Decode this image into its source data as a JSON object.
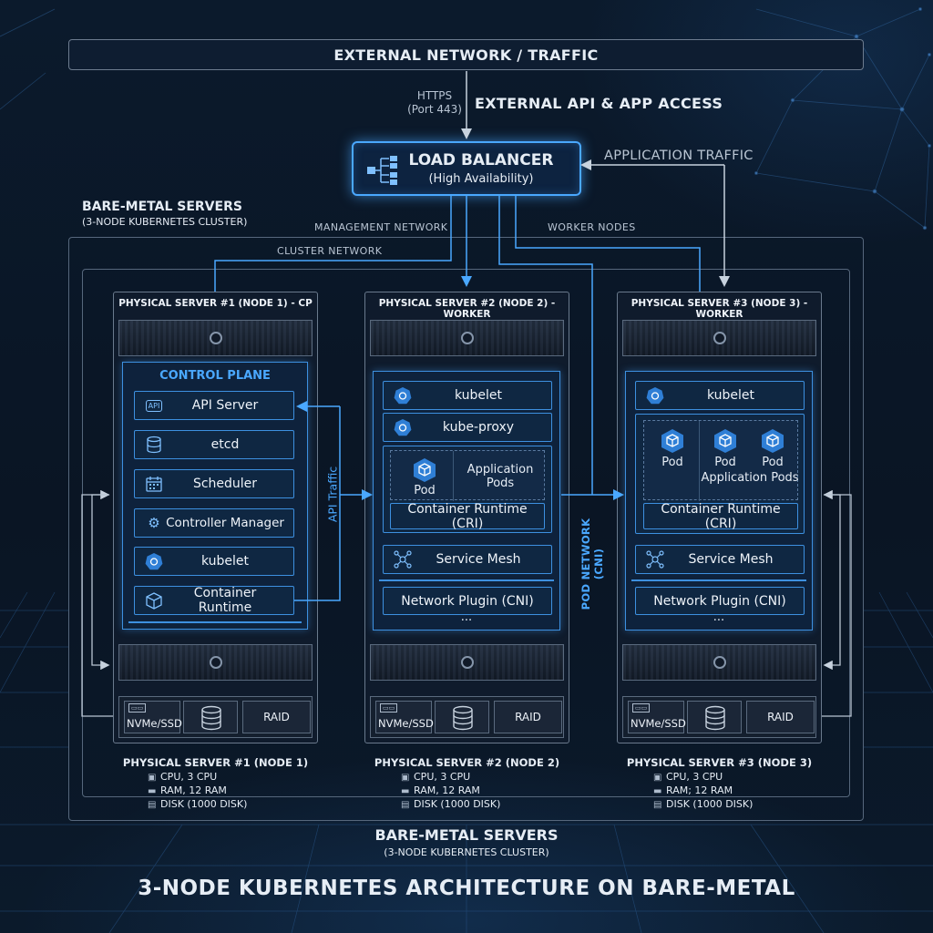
{
  "header": {
    "external_network": "EXTERNAL NETWORK / TRAFFIC",
    "https": "HTTPS",
    "port": "(Port 443)",
    "api_access": "EXTERNAL API & APP ACCESS"
  },
  "load_balancer": {
    "title": "LOAD BALANCER",
    "subtitle": "(High Availability)"
  },
  "labels": {
    "application_traffic": "APPLICATION TRAFFIC",
    "management_network": "MANAGEMENT NETWORK",
    "worker_nodes": "WORKER NODES",
    "cluster_network": "CLUSTER NETWORK",
    "api_traffic": "API Traffic",
    "pod_network": "POD NETWORK (CNI)"
  },
  "bare_metal_top": {
    "title": "BARE-METAL SERVERS",
    "subtitle": "(3-NODE KUBERNETES CLUSTER)"
  },
  "nodes": [
    {
      "rack_title": "PHYSICAL SERVER #1 (NODE 1) - CP",
      "panel_title": "CONTROL PLANE",
      "components": [
        {
          "label": "API Server",
          "icon": "api-icon"
        },
        {
          "label": "etcd",
          "icon": "database-icon"
        },
        {
          "label": "Scheduler",
          "icon": "calendar-icon"
        },
        {
          "label": "Controller Manager",
          "icon": "gear-icon"
        },
        {
          "label": "kubelet",
          "icon": "kubernetes-icon"
        },
        {
          "label": "Container Runtime",
          "icon": "cube-icon"
        }
      ],
      "storage": {
        "nvme": "NVMe/SSD",
        "raid": "RAID"
      },
      "caption": "PHYSICAL SERVER #1 (NODE 1)",
      "specs": [
        "CPU, 3 CPU",
        "RAM, 12 RAM",
        "DISK (1000 DISK)"
      ]
    },
    {
      "rack_title": "PHYSICAL SERVER #2 (NODE 2) - WORKER",
      "components": [
        {
          "label": "kubelet",
          "icon": "kubernetes-icon"
        },
        {
          "label": "kube-proxy",
          "icon": "kubernetes-icon"
        }
      ],
      "pod_label": "Pod",
      "app_pods": "Application Pods",
      "runtime": "Container Runtime (CRI)",
      "service_mesh": "Service Mesh",
      "network_plugin": "Network Plugin (CNI)",
      "ellipsis": "...",
      "storage": {
        "nvme": "NVMe/SSD",
        "raid": "RAID"
      },
      "caption": "PHYSICAL SERVER #2 (NODE 2)",
      "specs": [
        "CPU, 3 CPU",
        "RAM, 12 RAM",
        "DISK (1000 DISK)"
      ]
    },
    {
      "rack_title": "PHYSICAL SERVER #3 (NODE 3) - WORKER",
      "components": [
        {
          "label": "kubelet",
          "icon": "kubernetes-icon"
        }
      ],
      "pods": [
        "Pod",
        "Pod",
        "Pod"
      ],
      "app_pods": "Application Pods",
      "runtime": "Container Runtime (CRI)",
      "service_mesh": "Service Mesh",
      "network_plugin": "Network Plugin (CNI)",
      "ellipsis": "...",
      "storage": {
        "nvme": "NVMe/SSD",
        "raid": "RAID"
      },
      "caption": "PHYSICAL SERVER #3 (NODE 3)",
      "specs": [
        "CPU, 3 CPU",
        "RAM; 12 RAM",
        "DISK (1000 DISK)"
      ]
    }
  ],
  "bare_metal_bottom": {
    "title": "BARE-METAL SERVERS",
    "subtitle": "(3-NODE KUBERNETES CLUSTER)"
  },
  "footer_title": "3-NODE KUBERNETES ARCHITECTURE ON BARE-METAL",
  "colors": {
    "accent": "#4aa8ff",
    "background": "#0a1626",
    "border": "#6a7a8d"
  }
}
